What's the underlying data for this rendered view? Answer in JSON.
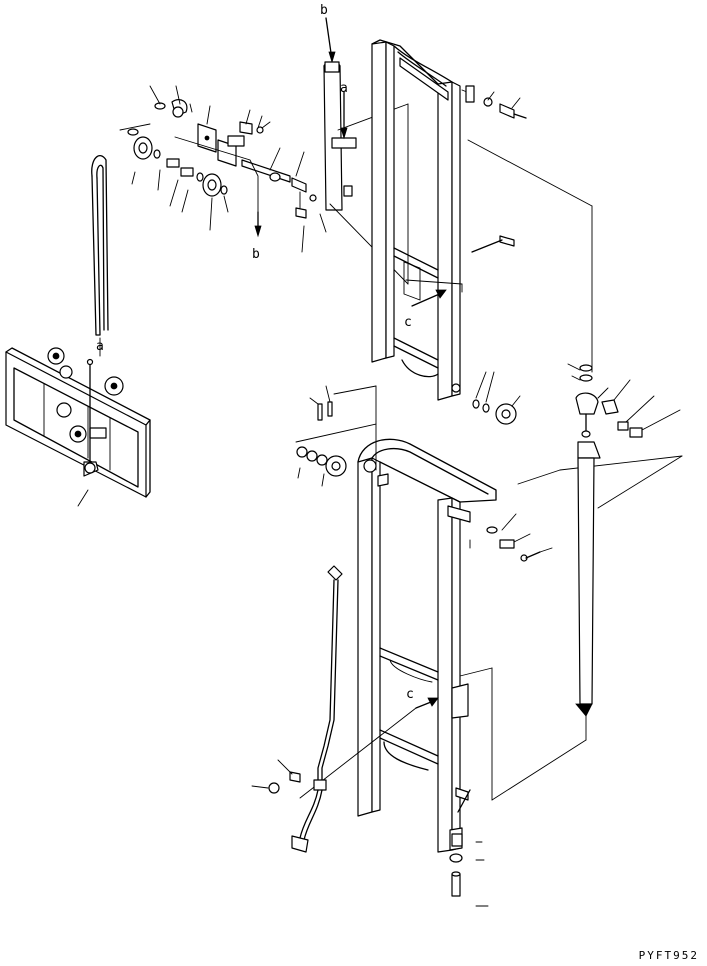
{
  "callouts": {
    "a": "a",
    "b": "b",
    "c": "c"
  },
  "drawing_code": "PYFT952"
}
